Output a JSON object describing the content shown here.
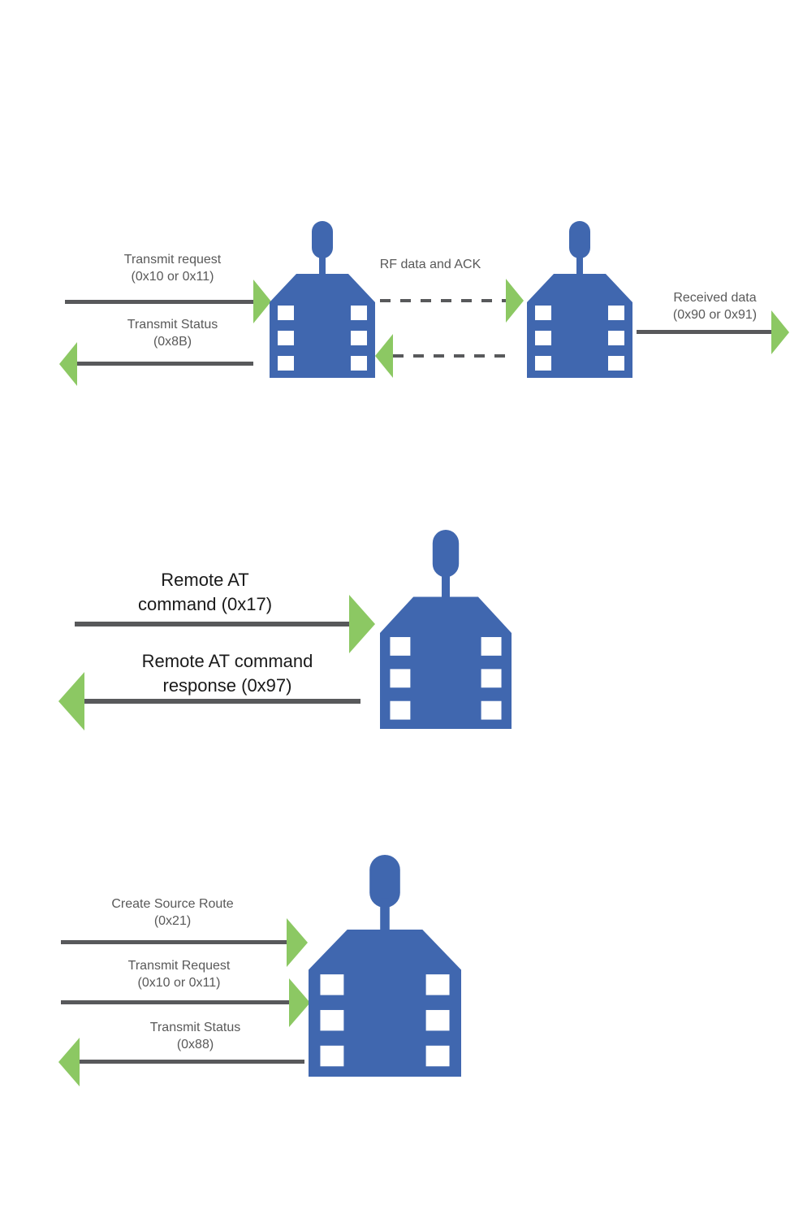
{
  "colors": {
    "background": "#ffffff",
    "device_blue": "#4067af",
    "arrow_green": "#8cc863",
    "line_gray": "#58595b",
    "label_gray": "#595959",
    "label_black": "#1a1a1a"
  },
  "section_unicast": {
    "transmit_request": {
      "line1": "Transmit request",
      "line2": "(0x10 or 0x11)"
    },
    "transmit_status": {
      "line1": "Transmit Status",
      "line2": "(0x8B)"
    },
    "rf_data_ack": {
      "line1": "RF data and ACK"
    },
    "received_data": {
      "line1": "Received data",
      "line2": "(0x90 or 0x91)"
    }
  },
  "section_remote_at": {
    "command": {
      "line1": "Remote AT",
      "line2": "command (0x17)"
    },
    "response": {
      "line1": "Remote AT command",
      "line2": "response (0x97)"
    }
  },
  "section_source_route": {
    "create_source_route": {
      "line1": "Create Source Route",
      "line2": "(0x21)"
    },
    "transmit_request": {
      "line1": "Transmit Request",
      "line2": "(0x10 or 0x11)"
    },
    "transmit_status": {
      "line1": "Transmit Status",
      "line2": "(0x88)"
    }
  }
}
